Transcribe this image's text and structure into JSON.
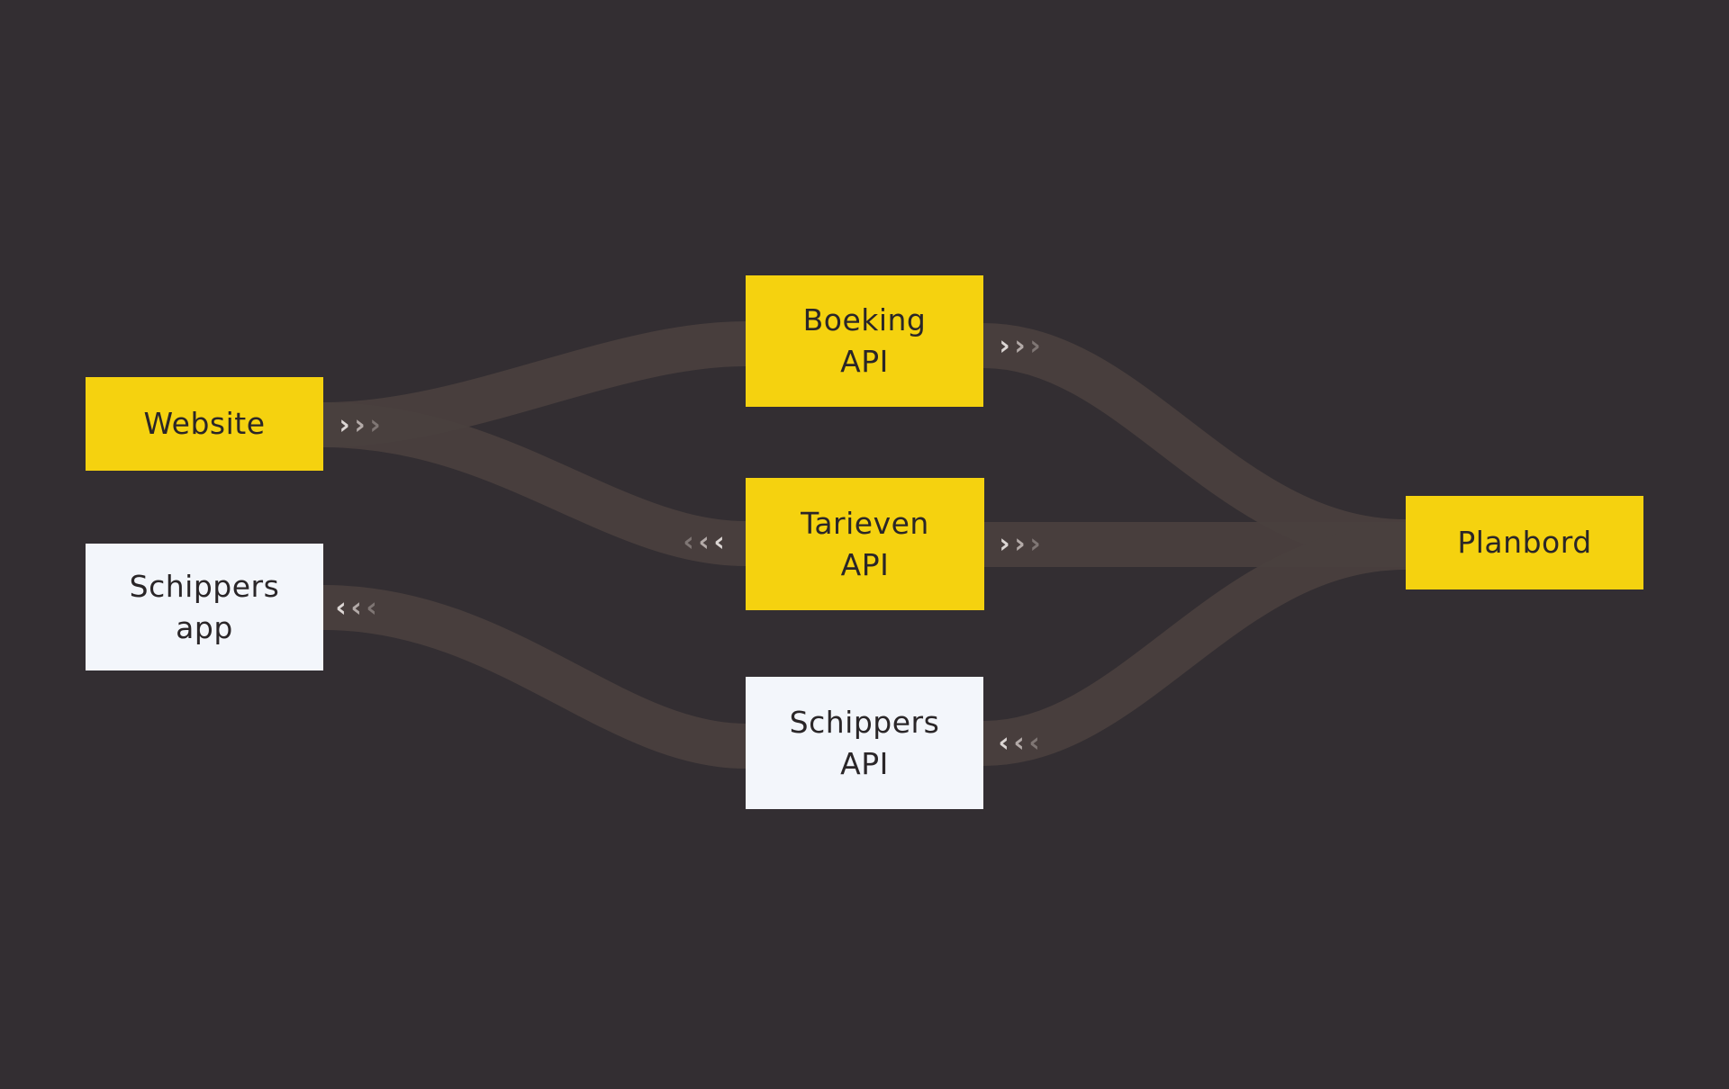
{
  "colors": {
    "background": "#332e32",
    "flow": "#4a403e",
    "node_yellow": "#f5d20f",
    "node_white": "#f3f6fb",
    "node_text": "#2a2628",
    "chevron_bright": "#dcd6d4",
    "chevron_mid": "#b3aaa8",
    "chevron_dim": "#7f7674"
  },
  "nodes": {
    "website": {
      "label": "Website",
      "style": "yellow"
    },
    "schippers_app": {
      "label": "Schippers\napp",
      "style": "white"
    },
    "boeking_api": {
      "label": "Boeking\nAPI",
      "style": "yellow"
    },
    "tarieven_api": {
      "label": "Tarieven\nAPI",
      "style": "yellow"
    },
    "schippers_api": {
      "label": "Schippers\nAPI",
      "style": "white"
    },
    "planbord": {
      "label": "Planbord",
      "style": "yellow"
    }
  },
  "edges": [
    {
      "from": "website",
      "to": "boeking_api",
      "direction": "forward"
    },
    {
      "from": "website",
      "to": "tarieven_api",
      "direction": "backward"
    },
    {
      "from": "schippers_api",
      "to": "schippers_app",
      "direction": "backward"
    },
    {
      "from": "boeking_api",
      "to": "planbord",
      "direction": "forward"
    },
    {
      "from": "tarieven_api",
      "to": "planbord",
      "direction": "forward"
    },
    {
      "from": "planbord",
      "to": "schippers_api",
      "direction": "backward"
    }
  ],
  "icons": {
    "forward": "chevrons-right-icon",
    "backward": "chevrons-left-icon"
  }
}
